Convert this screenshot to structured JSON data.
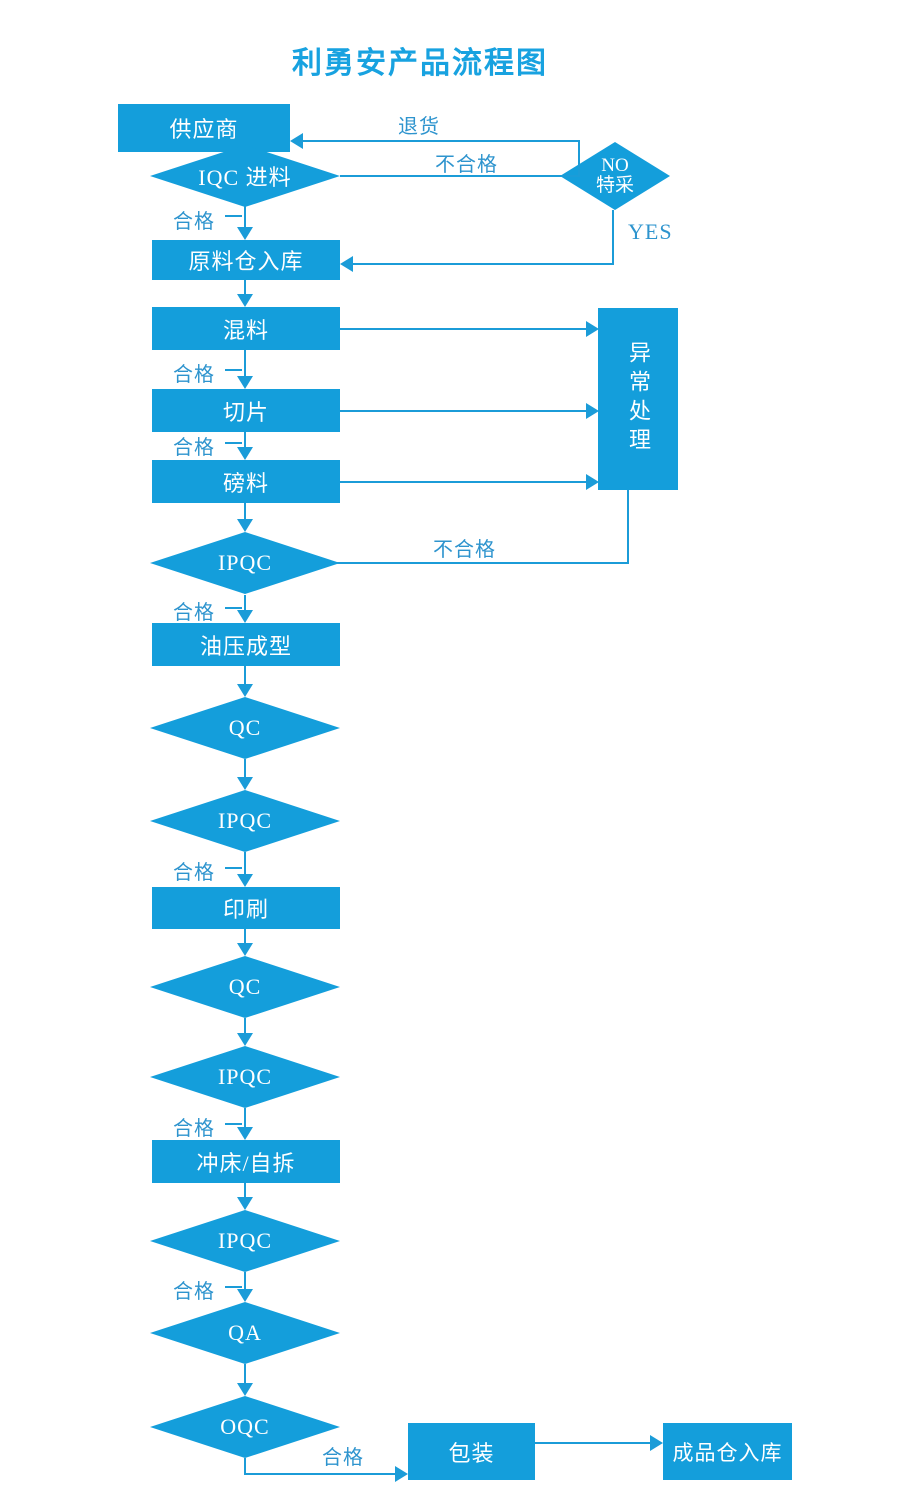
{
  "title": "利勇安产品流程图",
  "colors": {
    "node_fill": "#149edb",
    "connector_line": "#1b9cd8",
    "label_text": "#2e94ce",
    "title_text": "#18a2e0"
  },
  "nodes": {
    "supplier": "供应商",
    "iqc_incoming": "IQC 进料",
    "special_no": "NO",
    "special_cai": "特采",
    "raw_warehouse": "原料仓入库",
    "mixing": "混料",
    "slicing": "切片",
    "weighing": "磅料",
    "exception_handling": "异常处理",
    "ipqc": "IPQC",
    "hydraulic_forming": "油压成型",
    "qc": "QC",
    "printing": "印刷",
    "punching": "冲床/自拆",
    "qa": "QA",
    "oqc": "OQC",
    "packing": "包装",
    "finished_warehouse": "成品仓入库"
  },
  "labels": {
    "pass": "合格",
    "fail": "不合格",
    "return_goods": "退货",
    "yes": "YES"
  }
}
